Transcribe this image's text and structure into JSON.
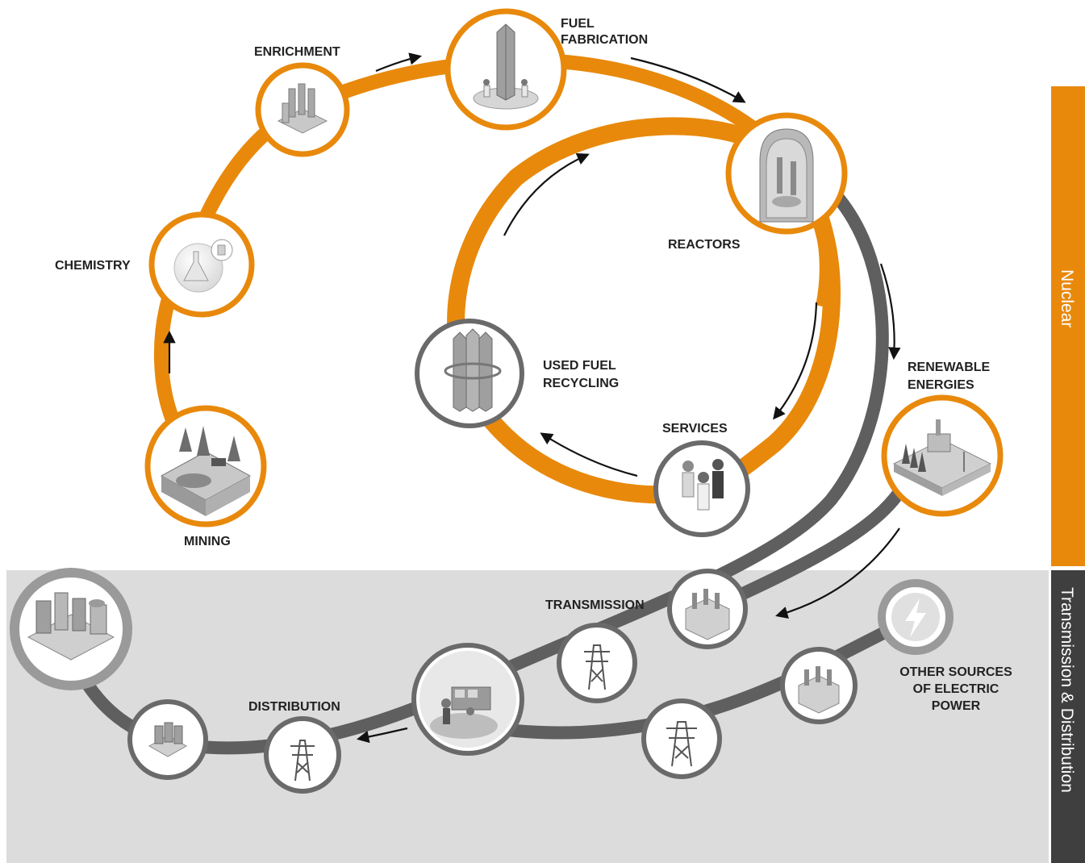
{
  "colors": {
    "nuclear": "#e8890c",
    "grid": "#5f5f5f",
    "td_bg": "#dcdcdc",
    "td_sidebar": "#3f3f3f",
    "arrow": "#111111",
    "icon_fill": "#c8c8c8",
    "node_ring_td": "#6a6a6a",
    "node_ring_outer": "#9a9a9a"
  },
  "sidebar": {
    "nuclear_label": "Nuclear",
    "td_label": "Transmission & Distribution"
  },
  "nodes": {
    "mining": {
      "label": "MINING",
      "icon": "mine-icon"
    },
    "chemistry": {
      "label": "CHEMISTRY",
      "icon": "flask-icon"
    },
    "enrichment": {
      "label": "ENRICHMENT",
      "icon": "centrifuge-icon"
    },
    "fuel_fabrication": {
      "label_line1": "FUEL",
      "label_line2": "FABRICATION",
      "icon": "fuel-assembly-icon"
    },
    "reactors": {
      "label": "REACTORS",
      "icon": "reactor-vessel-icon"
    },
    "services": {
      "label": "SERVICES",
      "icon": "workers-icon"
    },
    "used_fuel_recycling": {
      "label_line1": "USED FUEL",
      "label_line2": "RECYCLING",
      "icon": "recycling-icon"
    },
    "renewable_energies": {
      "label_line1": "RENEWABLE",
      "label_line2": "ENERGIES",
      "icon": "renewable-plant-icon"
    },
    "transmission": {
      "label": "TRANSMISSION",
      "icon": "substation-icon"
    },
    "distribution": {
      "label": "DISTRIBUTION",
      "icon": "pylon-icon"
    },
    "other_sources": {
      "label_line1": "OTHER SOURCES",
      "label_line2": "OF ELECTRIC",
      "label_line3": "POWER",
      "icon": "lightning-icon"
    },
    "control_center": {
      "icon": "control-room-icon"
    },
    "city": {
      "icon": "city-icon"
    },
    "homes": {
      "icon": "homes-icon"
    }
  }
}
